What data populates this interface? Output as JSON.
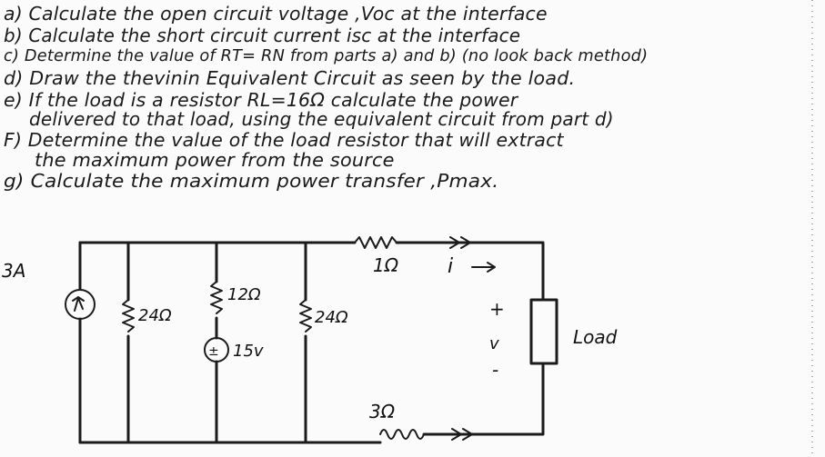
{
  "questions": [
    {
      "id": "a",
      "text": "a) Calculate the open circuit voltage ,Voc at the interface"
    },
    {
      "id": "b",
      "text": "b) Calculate the short circuit current  isc at the interface"
    },
    {
      "id": "c",
      "text": "c) Determine the value of RT= RN from parts a) and b)  (no look back method)"
    },
    {
      "id": "d",
      "text": "d) Draw the thevinin Equivalent Circuit as seen by the load."
    },
    {
      "id": "e1",
      "text": "e) If the load is a resistor RL=16Ω calculate the power"
    },
    {
      "id": "e2",
      "text": "delivered to that load, using the equivalent circuit from part d)"
    },
    {
      "id": "f1",
      "text": "F) Determine the value of the load resistor that will extract"
    },
    {
      "id": "f2",
      "text": "the maximum power from the source"
    },
    {
      "id": "g",
      "text": "g) Calculate the maximum power transfer ,Pmax."
    }
  ],
  "circuit": {
    "current_source_label": "3A",
    "r1_label": "24Ω",
    "r2_label": "12Ω",
    "voltage_source_label": "15v",
    "r3_label": "24Ω",
    "r_top_label": "1Ω",
    "r_bottom_label": "3Ω",
    "current_label": "i",
    "plus_sign": "+",
    "voltage_label": "v",
    "minus_sign": "-",
    "load_label": "Load"
  }
}
